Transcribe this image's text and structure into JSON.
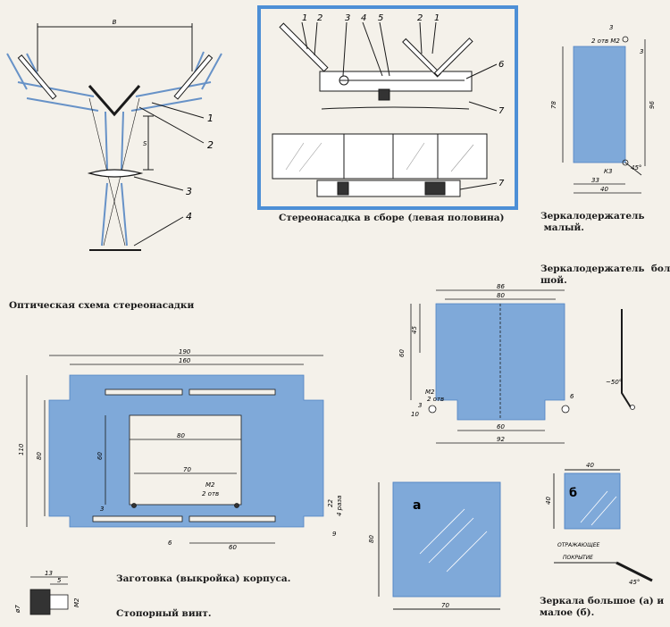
{
  "colors": {
    "blue": "#7fa9d9",
    "blue_dark": "#4f82c2",
    "frame": "#4d8fd6",
    "ink": "#1a1a1a",
    "paper": "#f4f1ea"
  },
  "captions": {
    "optical": "Оптическая схема стереонасадки",
    "assembly": "Стереонасадка  в  сборе    (левая половина)",
    "small_holder": "Зеркалодержатель\n малый.",
    "large_holder": "Зеркалодержатель  боль-\nшой.",
    "blank": "Заготовка (выкройка) корпуса.",
    "screw": "Стопорный винт.",
    "mirrors": "Зеркала большое (а) и\nмалое (б)."
  },
  "optical": {
    "B": "В",
    "S": "S",
    "callouts": [
      "1",
      "2",
      "3",
      "4"
    ]
  },
  "assembly": {
    "callouts": [
      "1",
      "2",
      "3",
      "4",
      "5",
      "2",
      "1",
      "6",
      "7",
      "7"
    ]
  },
  "small_holder": {
    "d3": "3",
    "holes": "2 отв М2",
    "d3b": "3",
    "d78": "78",
    "d96": "96",
    "d33": "33",
    "d40": "40",
    "d45": "45°",
    "d10": "К3"
  },
  "large_holder": {
    "d86": "86",
    "d80": "80",
    "d45": "45",
    "d60h": "60",
    "m2": "М2",
    "otv": "2 отв",
    "d10": "10",
    "d3": "3",
    "d6": "6",
    "d60": "60",
    "d92": "92",
    "d50": "~50°"
  },
  "blank": {
    "d190": "190",
    "d160": "160",
    "d110": "110",
    "d80v": "80",
    "d80h": "80",
    "d60": "60",
    "d70": "70",
    "m2": "М2",
    "otv": "2 отв",
    "d3": "3",
    "d22": "22",
    "d4": "4 раза",
    "d9": "9",
    "d6": "6",
    "d60b": "60"
  },
  "mirrors": {
    "a": "а",
    "b": "б",
    "d80": "80",
    "d70": "70",
    "d40w": "40",
    "d40h": "40",
    "coat1": "ОТРАЖАЮЩЕЕ",
    "coat2": "ПОКРЫТИЕ",
    "d45": "45°"
  },
  "screw": {
    "d13": "13",
    "d5": "5",
    "dm2": "М2",
    "d7": "ø7"
  }
}
